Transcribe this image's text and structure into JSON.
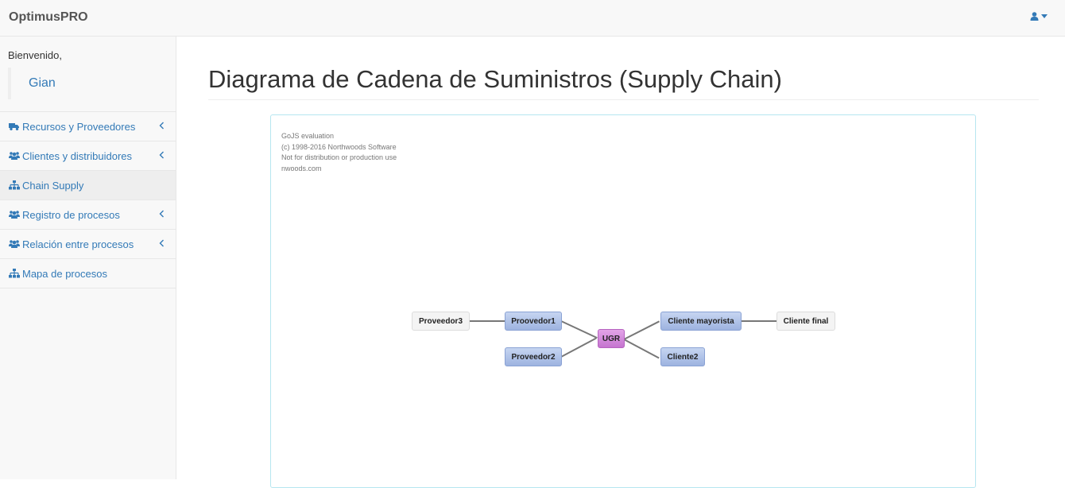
{
  "app": {
    "brand": "OptimusPRO"
  },
  "user_menu": {
    "icon": "user-icon",
    "caret": "caret-down-icon"
  },
  "sidebar": {
    "welcome_label": "Bienvenido,",
    "user_name": "Gian",
    "items": [
      {
        "label": "Recursos y Proveedores",
        "icon": "truck-icon",
        "has_submenu": true
      },
      {
        "label": "Clientes y distribuidores",
        "icon": "users-icon",
        "has_submenu": true
      },
      {
        "label": "Chain Supply",
        "icon": "sitemap-icon",
        "has_submenu": false,
        "active": true
      },
      {
        "label": "Registro de procesos",
        "icon": "users-icon",
        "has_submenu": true
      },
      {
        "label": "Relación entre procesos",
        "icon": "users-icon",
        "has_submenu": true
      },
      {
        "label": "Mapa de procesos",
        "icon": "sitemap-icon",
        "has_submenu": false
      }
    ]
  },
  "main": {
    "title": "Diagrama de Cadena de Suministros (Supply Chain)"
  },
  "diagram": {
    "watermark": [
      "GoJS evaluation",
      "(c) 1998-2016 Northwoods Software",
      "Not for distribution or production use",
      "nwoods.com"
    ],
    "nodes": {
      "proveedor3": "Proveedor3",
      "proveedor1": "Proovedor1",
      "proveedor2": "Proveedor2",
      "ugr": "UGR",
      "cliente_mayorista": "Cliente mayorista",
      "cliente2": "Cliente2",
      "cliente_final": "Cliente final"
    },
    "colors": {
      "supplier": "#a9bde6",
      "hub": "#d48adc",
      "endpoint": "#f4f4f4",
      "frame": "#b6e6f0"
    }
  }
}
